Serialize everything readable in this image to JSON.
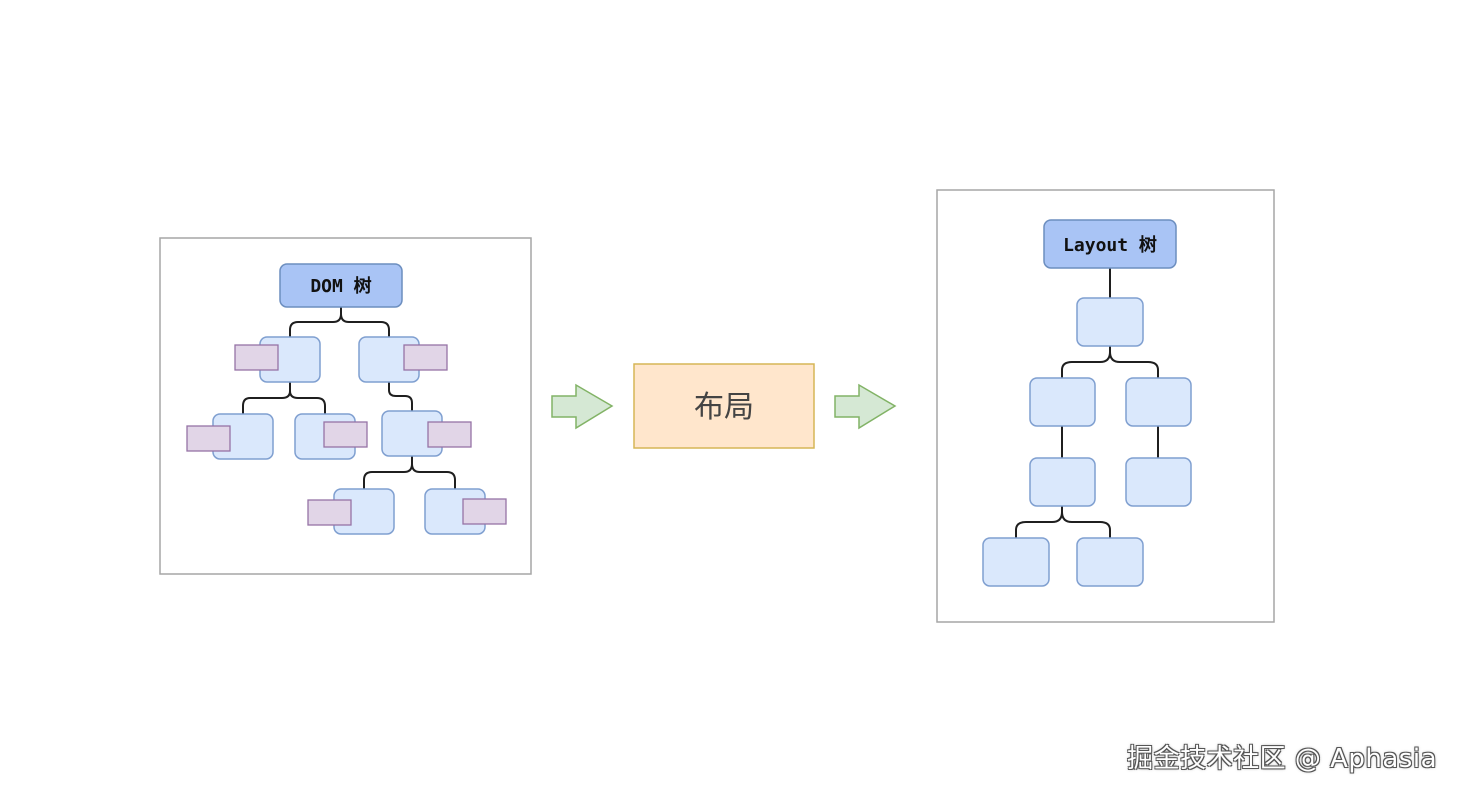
{
  "diagram": {
    "dom_tree": {
      "root_label": "DOM 树"
    },
    "process": {
      "label": "布局"
    },
    "layout_tree": {
      "root_label": "Layout 树"
    }
  },
  "watermark": {
    "text": "掘金技术社区 @ Aphasia"
  },
  "colors": {
    "root_fill": "#a9c4f5",
    "node_fill": "#dae8fc",
    "tag_fill": "#e1d5e7",
    "process_fill": "#ffe6cc",
    "arrow_fill": "#d5e8d4"
  }
}
